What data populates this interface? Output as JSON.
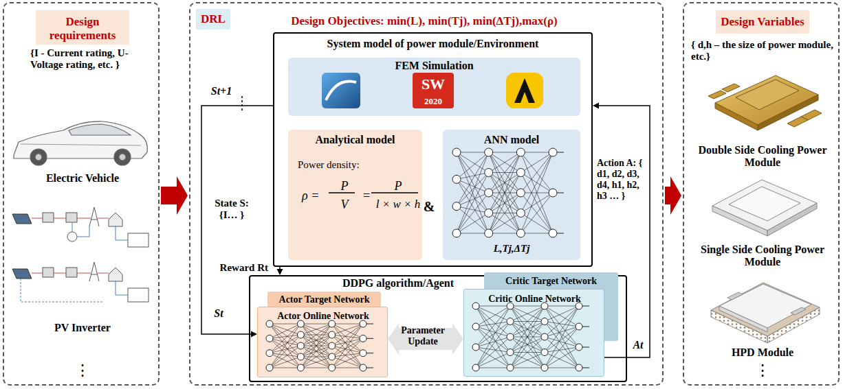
{
  "diagram": {
    "nodes": [
      {
        "text": [
          "{I - Current rating, U- Voltage rating, etc. }",
          "Electric Vehicle",
          "PV Inverter",
          "⋮"
        ]
      },
      {
        "text": [
          "Design requirements"
        ],
        "in": 0
      },
      {
        "text": [
          "Design Objectives: min(L), min(Tj), min(ΔTj),max(ρ)"
        ]
      },
      {
        "text": [
          "DRL"
        ],
        "in": 2
      },
      {
        "text": [
          "System model of power module/Environment"
        ],
        "in": 2
      },
      {
        "text": [
          "FEM Simulation"
        ],
        "in": 4
      },
      {
        "text": [
          "Analytical model",
          "Power density:",
          "ρ =",
          "P",
          "V",
          "=",
          "P",
          "l × w × h"
        ],
        "in": 4
      },
      {
        "text": [
          "ANN model",
          "L,Tj,ΔTj"
        ],
        "in": 4
      },
      {
        "text": [
          "DDPG algorithm/Agent"
        ],
        "in": 2
      },
      {
        "text": [
          "Actor Target Network"
        ],
        "in": 8
      },
      {
        "text": [
          "Actor Online Network"
        ],
        "in": 8
      },
      {
        "text": [
          "Critic Target Network"
        ],
        "in": 8
      },
      {
        "text": [
          "Critic Online Network"
        ],
        "in": 8
      },
      {
        "text": [
          "{ d,h – the size of power module, etc.}",
          "Double Side Cooling Power Module",
          "Single Side Cooling Power Module",
          "HPD Module",
          "⋮"
        ]
      },
      {
        "text": [
          "Design Variables"
        ],
        "in": 13
      }
    ],
    "edges": [
      {
        "from": 0,
        "to": 2,
        "arrow": "to"
      },
      {
        "from": 2,
        "to": 13,
        "arrow": "to"
      },
      {
        "from": 4,
        "to": 10,
        "arrow": "to",
        "label": "State S: {I… }"
      },
      {
        "from": 4,
        "to": 8,
        "arrow": "to",
        "label": "Reward Rt"
      },
      {
        "from": 12,
        "to": 4,
        "arrow": "to",
        "label": "Action A: { d1, d2, d3, d4, h1, h2, h3 … }"
      },
      {
        "from": 10,
        "to": 12,
        "arrow": "both",
        "label": "Parameter Update"
      }
    ],
    "labels": [
      "St+1",
      "St",
      "At",
      "&",
      "SW",
      "2020"
    ]
  }
}
